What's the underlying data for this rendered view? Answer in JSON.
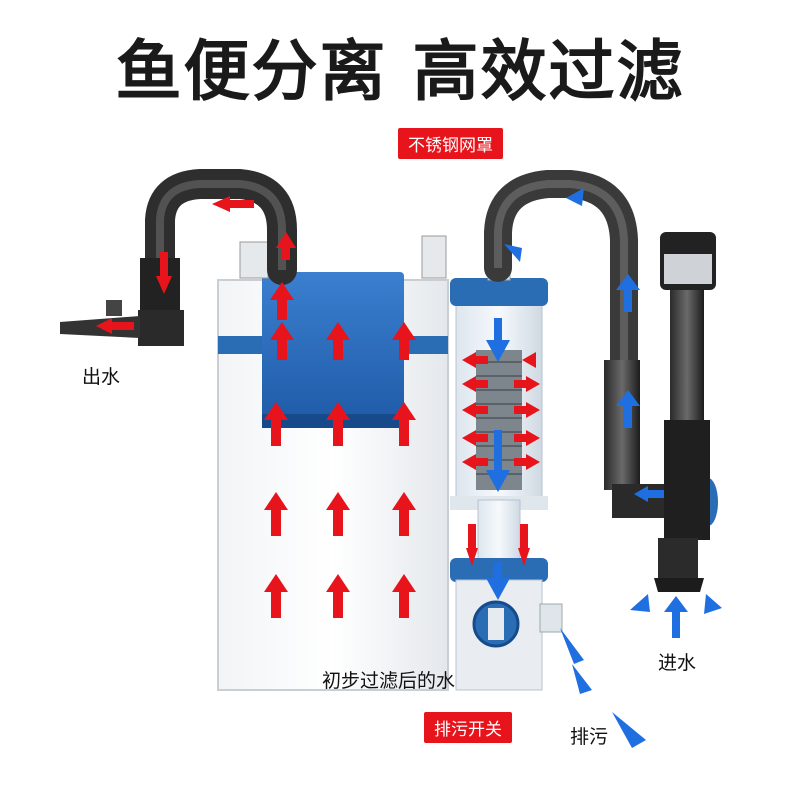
{
  "headline": "鱼便分离  高效过滤",
  "labels": {
    "outlet": "出水",
    "inlet": "进水",
    "drain": "排污",
    "filtered_water": "初步过滤后的水"
  },
  "tags": {
    "mesh": "不锈钢网罩",
    "drain_switch": "排污开关"
  },
  "colors": {
    "up_arrow": "#e8141c",
    "water_flow": "#1f6fe0",
    "accent_blue": "#2a6db5",
    "tag_bg": "#e8141c"
  }
}
